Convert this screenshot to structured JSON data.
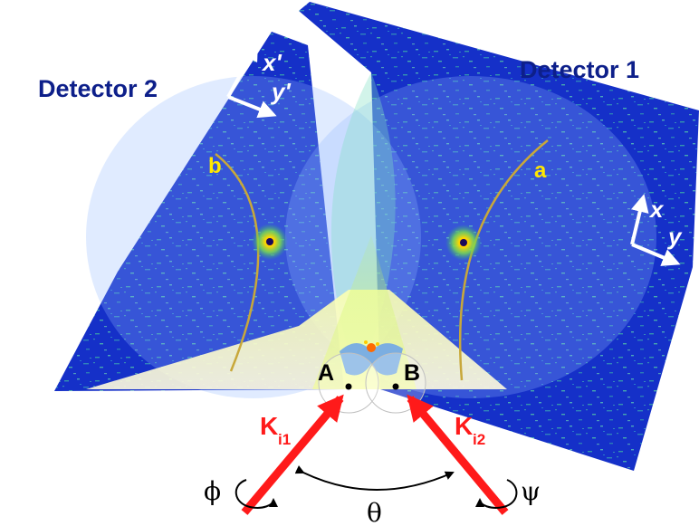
{
  "labels": {
    "detector1": "Detector 1",
    "detector2": "Detector 2",
    "ring_a": "a",
    "ring_b": "b",
    "point_a": "A",
    "point_b": "B",
    "beam1_k": "K",
    "beam1_sub": "i1",
    "beam2_k": "K",
    "beam2_sub": "i2",
    "axis_x": "x",
    "axis_y": "y",
    "axis_x_prime": "x'",
    "axis_y_prime": "y'",
    "phi": "ϕ",
    "theta": "θ",
    "psi": "ψ"
  },
  "colors": {
    "detector_blue": "#1530c8",
    "detector_dark": "#0a1c8c",
    "speckle": "#46c7a0",
    "beam": "#ff1a1a",
    "text_yellow": "#ffe800",
    "label_navy": "#0d1f8a"
  }
}
